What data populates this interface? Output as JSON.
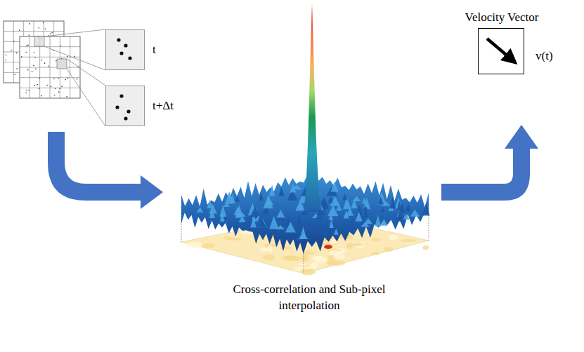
{
  "diagram": {
    "caption": "Cross-correlation and Sub-pixel interpolation",
    "nodes": [
      {
        "text": [
          "t"
        ]
      },
      {
        "text": [
          "t+Δt"
        ]
      },
      {
        "text": [
          "Velocity Vector"
        ]
      }
    ],
    "labels": [
      "v(t)"
    ]
  }
}
